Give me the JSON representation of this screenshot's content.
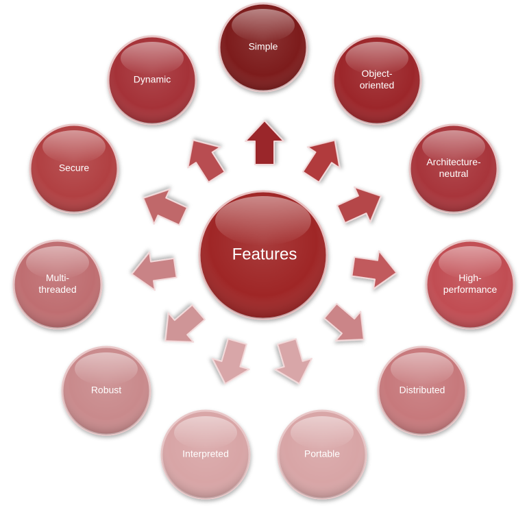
{
  "center": {
    "label": "Features"
  },
  "features": [
    {
      "lines": [
        "Simple"
      ],
      "color": "#7d1c1f"
    },
    {
      "lines": [
        "Object-",
        "oriented"
      ],
      "color": "#9c282c"
    },
    {
      "lines": [
        "Architecture-",
        "neutral"
      ],
      "color": "#a8363a"
    },
    {
      "lines": [
        "High-",
        "performance"
      ],
      "color": "#c14e52"
    },
    {
      "lines": [
        "Distributed"
      ],
      "color": "#c7797b"
    },
    {
      "lines": [
        "Portable"
      ],
      "color": "#d8a5a6"
    },
    {
      "lines": [
        "Interpreted"
      ],
      "color": "#d8a5a6"
    },
    {
      "lines": [
        "Robust"
      ],
      "color": "#c98a8c"
    },
    {
      "lines": [
        "Multi-",
        "threaded"
      ],
      "color": "#bf6e71"
    },
    {
      "lines": [
        "Secure"
      ],
      "color": "#b13f43"
    },
    {
      "lines": [
        "Dynamic"
      ],
      "color": "#a53337"
    }
  ]
}
